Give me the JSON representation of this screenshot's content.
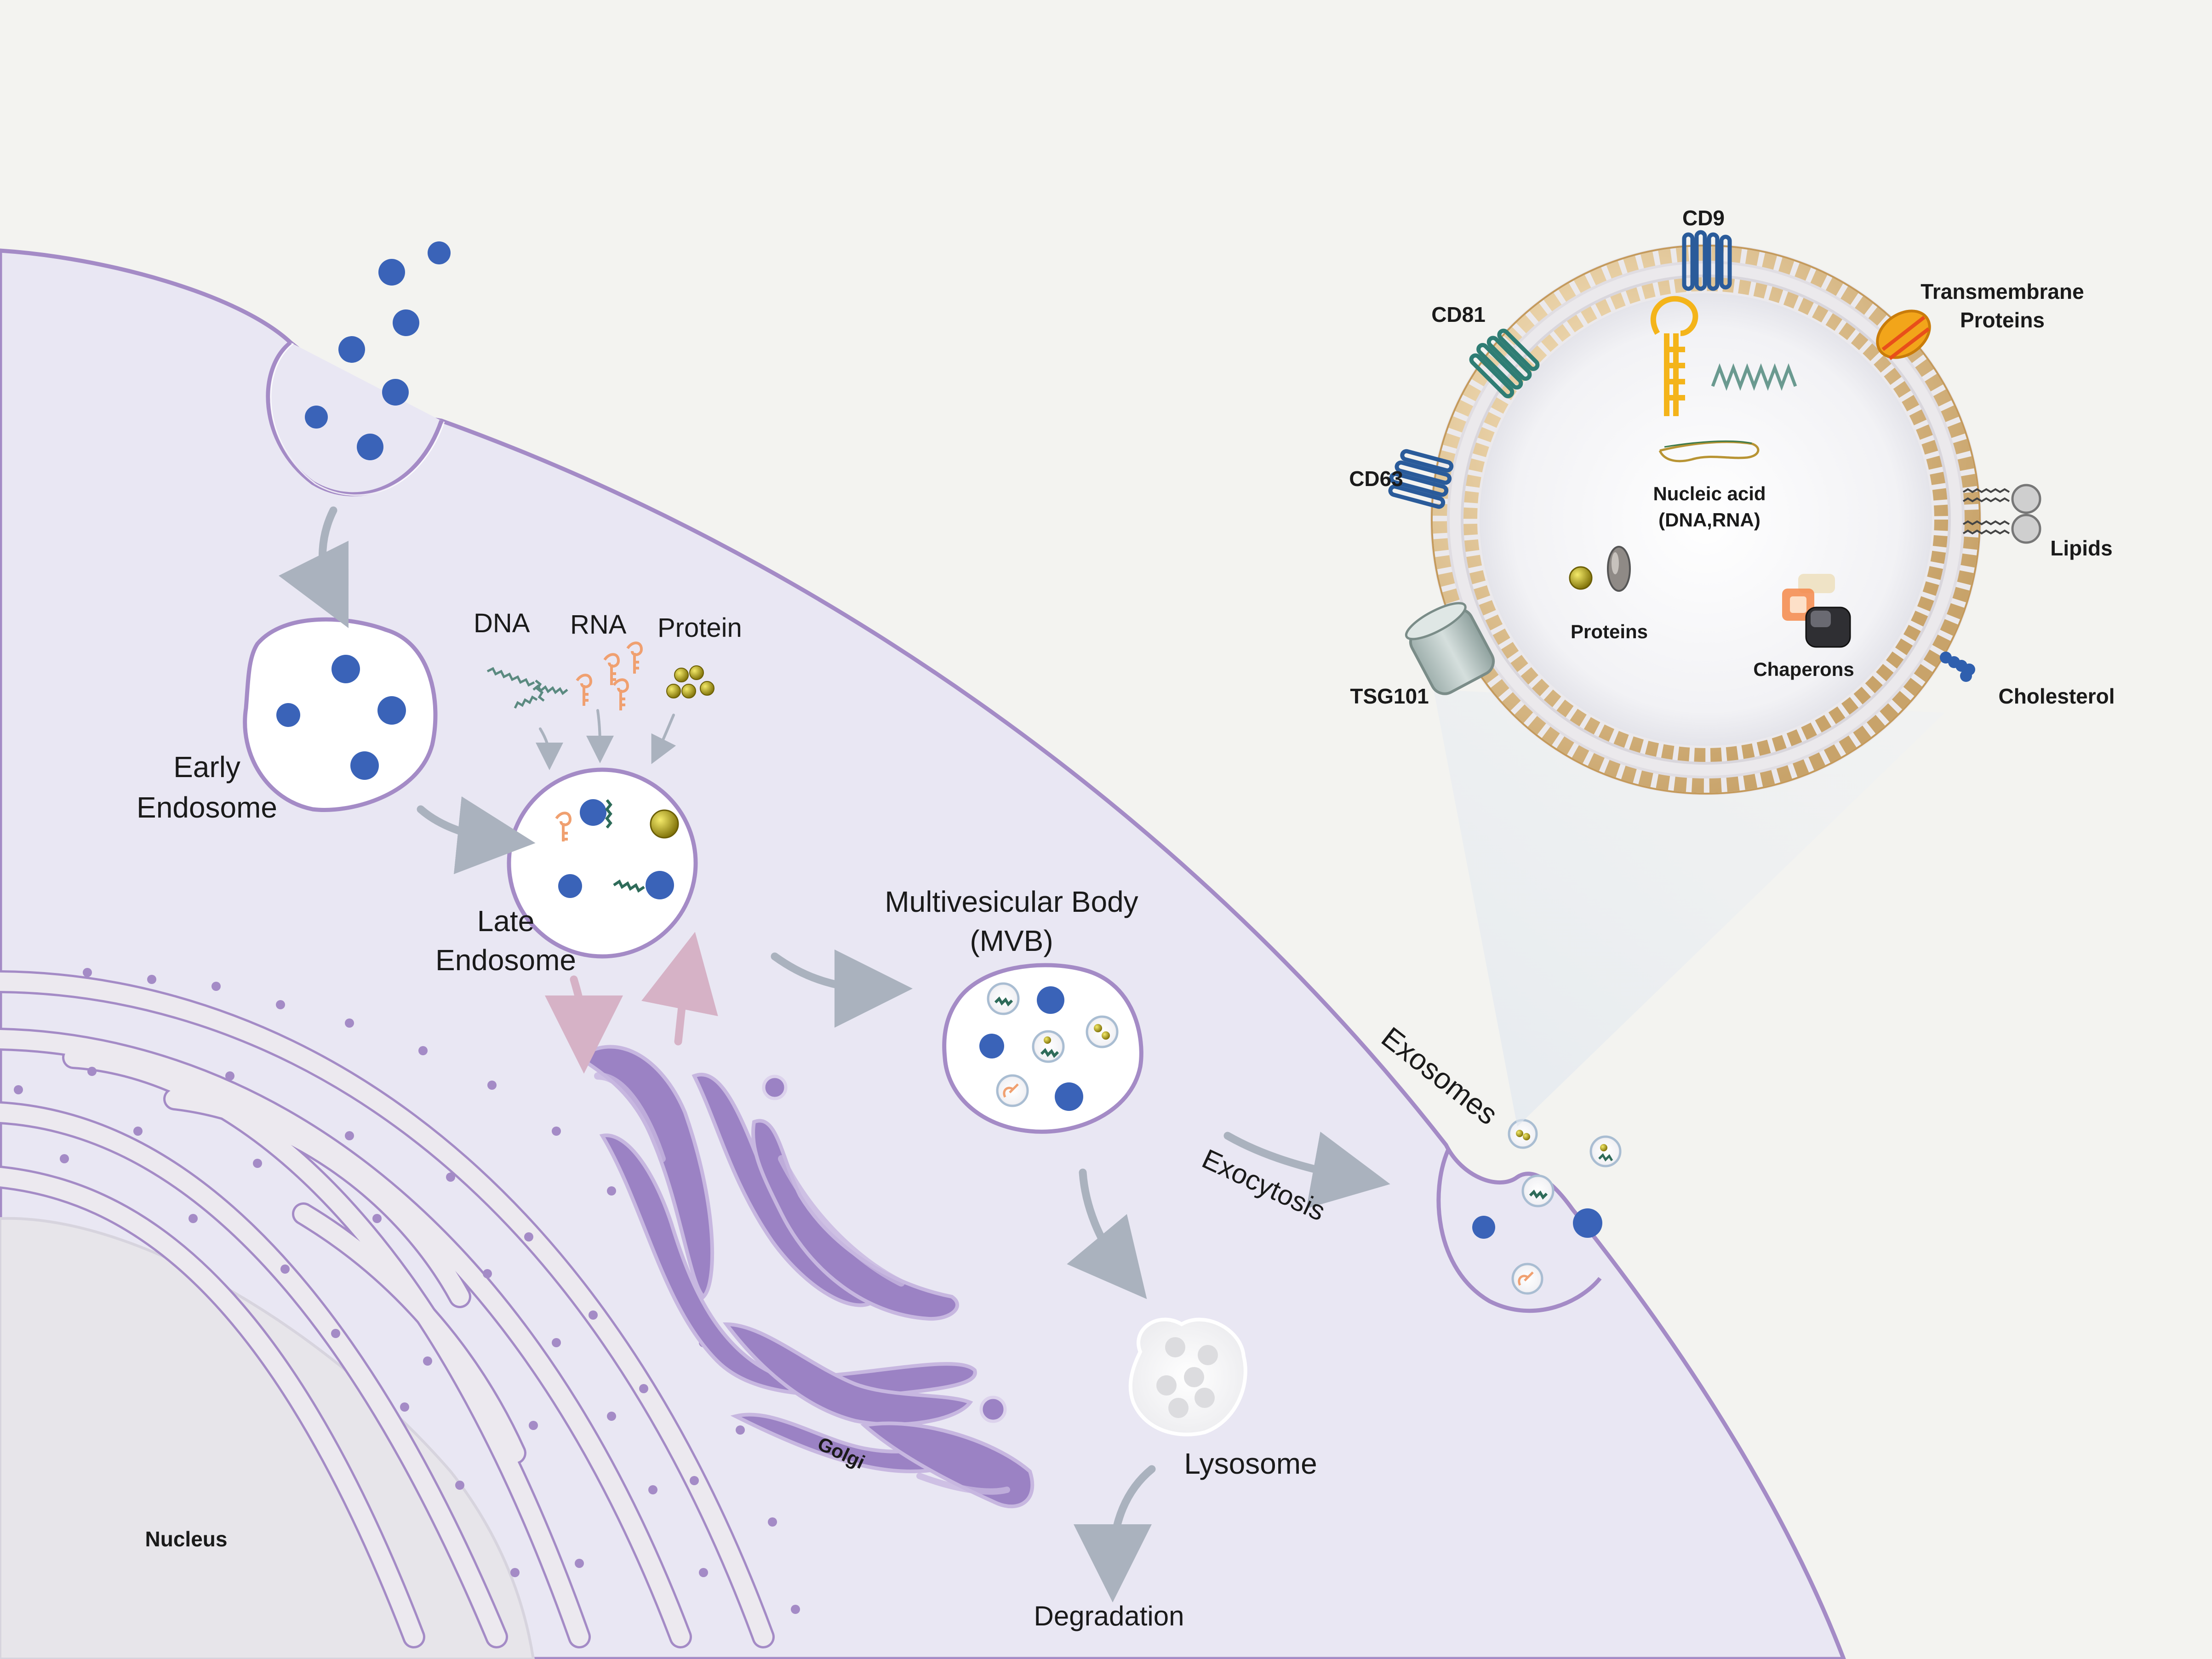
{
  "labels": {
    "dna": "DNA",
    "rna": "RNA",
    "protein": "Protein",
    "early_endosome_1": "Early",
    "early_endosome_2": "Endosome",
    "late_endosome_1": "Late",
    "late_endosome_2": "Endosome",
    "mvb_1": "Multivesicular Body",
    "mvb_2": "(MVB)",
    "exosomes": "Exosomes",
    "exocytosis": "Exocytosis",
    "lysosome": "Lysosome",
    "degradation": "Degradation",
    "golgi": "Golgi",
    "nucleus": "Nucleus"
  },
  "exosome_detail": {
    "cd9": "CD9",
    "cd81": "CD81",
    "cd63": "CD63",
    "tsg101": "TSG101",
    "transmembrane_1": "Transmembrane",
    "transmembrane_2": "Proteins",
    "lipids": "Lipids",
    "cholesterol": "Cholesterol",
    "nucleic_acid_1": "Nucleic acid",
    "nucleic_acid_2": "(DNA,RNA)",
    "proteins": "Proteins",
    "chaperons": "Chaperons"
  },
  "colors": {
    "background": "#f3f3f0",
    "cytoplasm": "#e9e7f3",
    "membrane": "#a48bc6",
    "cargo_blue": "#3a63b8",
    "arrow_grey": "#aab2be",
    "arrow_pink": "#d6b2c6",
    "golgi_purple": "#9b82c4",
    "protein_yellow": "#c6b40e",
    "rna_orange": "#f0a070"
  }
}
